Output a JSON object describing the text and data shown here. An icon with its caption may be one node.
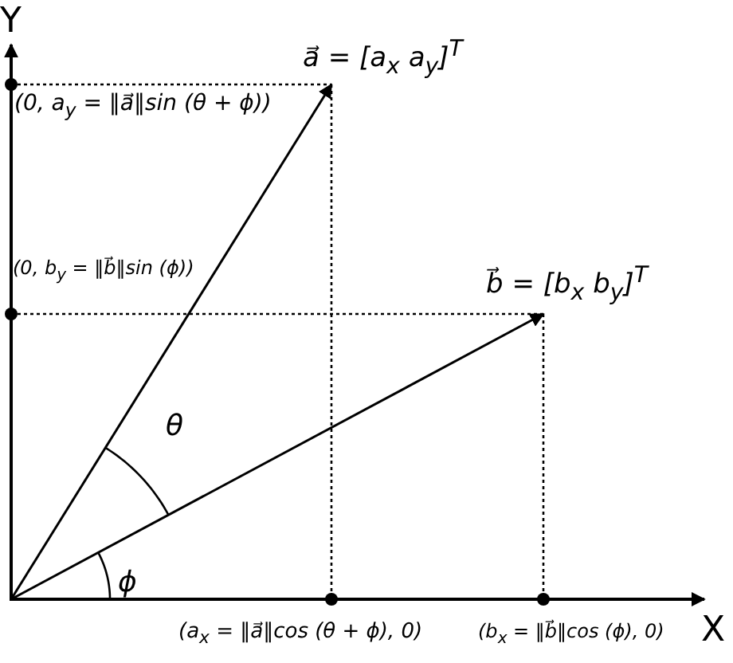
{
  "diagram": {
    "labels": [
      "Y",
      "a⃗ = [a$_{x}$ a$_{y}$]$^{T}$",
      "(0, a$_{y}$ = ‖a⃗‖sin (θ + ϕ))",
      "(0, b$_{y}$ = ‖b⃗‖sin (ϕ))",
      "b⃗ = [b$_{x}$ b$_{y}$]$^{T}$",
      "θ",
      "ϕ",
      "(a$_{x}$ = ‖a⃗‖cos (θ + ϕ), 0)",
      "(b$_{x}$ = ‖b⃗‖cos (ϕ), 0)",
      "X"
    ]
  }
}
